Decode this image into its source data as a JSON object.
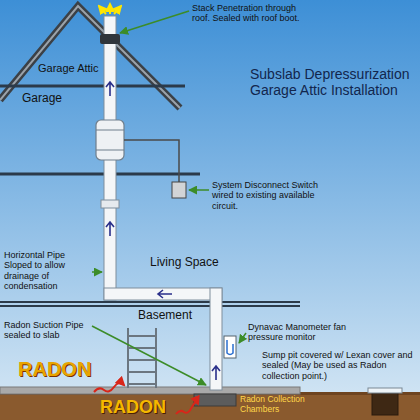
{
  "diagram": {
    "title": "Subslab Depressurization Garage Attic Installation",
    "labels": [
      "Stack Penetration through roof. Sealed with roof boot.",
      "Garage Attic",
      "Garage",
      "System Disconnect Switch wired to existing available circuit.",
      "Living Space",
      "Horizontal Pipe Sloped to allow drainage of condensation",
      "Basement",
      "Dynavac Manometer fan pressure monitor",
      "Radon Suction Pipe sealed to slab",
      "Sump pit covered w/ Lexan cover and sealed (May be used as Radon collection point.)",
      "RADON",
      "Radon Collection Chambers",
      "RADON"
    ]
  }
}
